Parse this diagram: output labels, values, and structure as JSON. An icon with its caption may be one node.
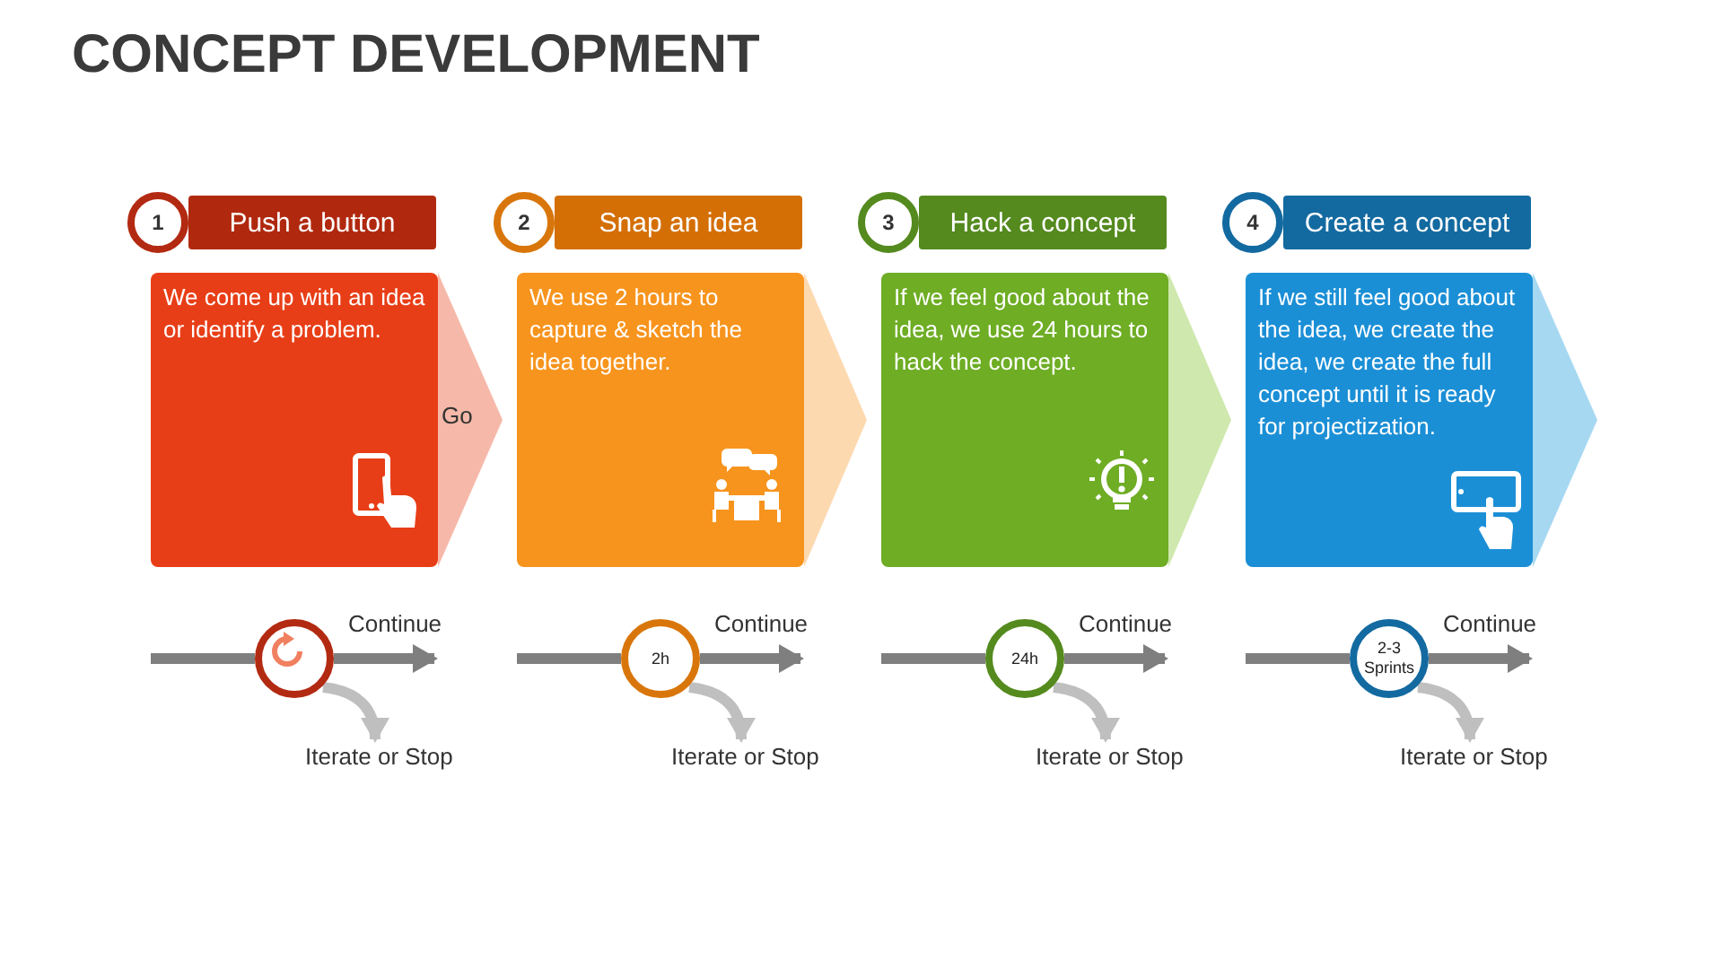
{
  "diagram": {
    "title": "CONCEPT DEVELOPMENT",
    "nodes": [
      {
        "text": [
          "1"
        ]
      },
      {
        "text": [
          "Push a button"
        ]
      },
      {
        "text": [
          "We come up with an idea or identify a problem."
        ]
      },
      {
        "text": [],
        "shape": "circle"
      },
      {
        "text": [
          "2"
        ]
      },
      {
        "text": [
          "Snap an idea"
        ]
      },
      {
        "text": [
          "We use 2 hours to capture & sketch the idea together."
        ]
      },
      {
        "text": [
          "2h"
        ]
      },
      {
        "text": [
          "3"
        ]
      },
      {
        "text": [
          "Hack a concept"
        ]
      },
      {
        "text": [
          "If we feel good about the idea, we use 24 hours to hack the concept."
        ]
      },
      {
        "text": [
          "24h"
        ]
      },
      {
        "text": [
          "4"
        ]
      },
      {
        "text": [
          "Create a concept"
        ]
      },
      {
        "text": [
          "If we still feel good about the idea, we create the idea, we create the full concept until it is ready for projectization."
        ]
      },
      {
        "text": [
          "2-3 Sprints"
        ]
      }
    ],
    "edges": [
      {
        "from": 2,
        "to": 6,
        "arrow": "to",
        "label": "Go",
        "color": "#f6b9a9"
      },
      {
        "from": 6,
        "to": 10,
        "arrow": "to",
        "color": "#fdd9b0"
      },
      {
        "from": 10,
        "to": 14,
        "arrow": "to",
        "color": "#cfe8ae"
      },
      {
        "from": 14,
        "to": null,
        "arrow": "to",
        "color": "#a7d8f2"
      },
      {
        "from": null,
        "to": 3,
        "arrow": "none"
      },
      {
        "from": 3,
        "to": null,
        "arrow": "to",
        "label": "Continue"
      },
      {
        "from": 3,
        "to": null,
        "arrow": "to",
        "label": "Iterate or Stop",
        "color": "#bfbfbf"
      },
      {
        "from": null,
        "to": 7,
        "arrow": "none"
      },
      {
        "from": 7,
        "to": null,
        "arrow": "to",
        "label": "Continue"
      },
      {
        "from": 7,
        "to": null,
        "arrow": "to",
        "label": "Iterate or Stop",
        "color": "#bfbfbf"
      },
      {
        "from": null,
        "to": 11,
        "arrow": "none"
      },
      {
        "from": 11,
        "to": null,
        "arrow": "to",
        "label": "Continue"
      },
      {
        "from": 11,
        "to": null,
        "arrow": "to",
        "label": "Iterate or Stop",
        "color": "#bfbfbf"
      },
      {
        "from": null,
        "to": 15,
        "arrow": "none"
      },
      {
        "from": 15,
        "to": null,
        "arrow": "to",
        "label": "Continue"
      },
      {
        "from": 15,
        "to": null,
        "arrow": "to",
        "label": "Iterate or Stop",
        "color": "#bfbfbf"
      }
    ]
  }
}
